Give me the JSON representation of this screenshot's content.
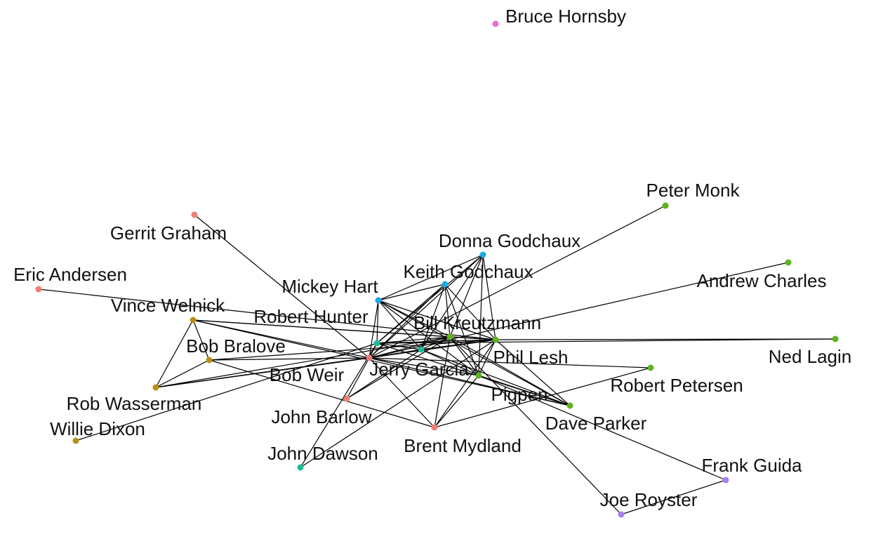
{
  "nodes": [
    {
      "id": "bruce_hornsby",
      "label": "Bruce Hornsby",
      "color": "#e86bd6"
    },
    {
      "id": "peter_monk",
      "label": "Peter Monk",
      "color": "#5db41e"
    },
    {
      "id": "gerrit_graham",
      "label": "Gerrit Graham",
      "color": "#f07d74"
    },
    {
      "id": "donna_godchaux",
      "label": "Donna Godchaux",
      "color": "#1aa9e6"
    },
    {
      "id": "keith_godchaux",
      "label": "Keith Godchaux",
      "color": "#1aa9e6"
    },
    {
      "id": "andrew_charles",
      "label": "Andrew Charles",
      "color": "#5db41e"
    },
    {
      "id": "eric_andersen",
      "label": "Eric Andersen",
      "color": "#f07d74"
    },
    {
      "id": "mickey_hart",
      "label": "Mickey Hart",
      "color": "#1aa9e6"
    },
    {
      "id": "vince_welnick",
      "label": "Vince Welnick",
      "color": "#b89016"
    },
    {
      "id": "robert_hunter",
      "label": "Robert Hunter",
      "color": "#1dbb9a"
    },
    {
      "id": "bill_kreutzmann",
      "label": "Bill Kreutzmann",
      "color": "#1dbb9a"
    },
    {
      "id": "phil_lesh",
      "label": "Phil Lesh",
      "color": "#5db41e"
    },
    {
      "id": "ned_lagin",
      "label": "Ned Lagin",
      "color": "#5db41e"
    },
    {
      "id": "bob_bralove",
      "label": "Bob Bralove",
      "color": "#b89016"
    },
    {
      "id": "bob_weir",
      "label": "Bob Weir",
      "color": "#f07d74"
    },
    {
      "id": "jerry_garcia",
      "label": "Jerry Garcia",
      "color": "#5db41e"
    },
    {
      "id": "robert_petersen",
      "label": "Robert Petersen",
      "color": "#5db41e"
    },
    {
      "id": "rob_wasserman",
      "label": "Rob Wasserman",
      "color": "#b89016"
    },
    {
      "id": "pigpen",
      "label": "Pigpen",
      "color": "#5db41e"
    },
    {
      "id": "john_barlow",
      "label": "John Barlow",
      "color": "#f07d74"
    },
    {
      "id": "willie_dixon",
      "label": "Willie Dixon",
      "color": "#b89016"
    },
    {
      "id": "dave_parker",
      "label": "Dave Parker",
      "color": "#5db41e"
    },
    {
      "id": "brent_mydland",
      "label": "Brent Mydland",
      "color": "#f07d74"
    },
    {
      "id": "john_dawson",
      "label": "John Dawson",
      "color": "#1dbb9a"
    },
    {
      "id": "frank_guida",
      "label": "Frank Guida",
      "color": "#a97ff0"
    },
    {
      "id": "joe_royster",
      "label": "Joe Royster",
      "color": "#a97ff0"
    }
  ],
  "edges": [
    [
      "gerrit_graham",
      "bob_weir"
    ],
    [
      "eric_andersen",
      "phil_lesh"
    ],
    [
      "peter_monk",
      "bob_weir"
    ],
    [
      "andrew_charles",
      "bob_weir"
    ],
    [
      "ned_lagin",
      "robert_hunter"
    ],
    [
      "donna_godchaux",
      "mickey_hart"
    ],
    [
      "donna_godchaux",
      "bob_weir"
    ],
    [
      "donna_godchaux",
      "jerry_garcia"
    ],
    [
      "donna_godchaux",
      "phil_lesh"
    ],
    [
      "donna_godchaux",
      "bill_kreutzmann"
    ],
    [
      "donna_godchaux",
      "pigpen"
    ],
    [
      "donna_godchaux",
      "robert_hunter"
    ],
    [
      "keith_godchaux",
      "mickey_hart"
    ],
    [
      "keith_godchaux",
      "bob_weir"
    ],
    [
      "keith_godchaux",
      "jerry_garcia"
    ],
    [
      "keith_godchaux",
      "phil_lesh"
    ],
    [
      "keith_godchaux",
      "bill_kreutzmann"
    ],
    [
      "keith_godchaux",
      "pigpen"
    ],
    [
      "keith_godchaux",
      "robert_hunter"
    ],
    [
      "mickey_hart",
      "bob_weir"
    ],
    [
      "mickey_hart",
      "jerry_garcia"
    ],
    [
      "mickey_hart",
      "phil_lesh"
    ],
    [
      "mickey_hart",
      "bill_kreutzmann"
    ],
    [
      "mickey_hart",
      "dave_parker"
    ],
    [
      "mickey_hart",
      "robert_hunter"
    ],
    [
      "mickey_hart",
      "pigpen"
    ],
    [
      "vince_welnick",
      "bob_bralove"
    ],
    [
      "vince_welnick",
      "rob_wasserman"
    ],
    [
      "vince_welnick",
      "bob_weir"
    ],
    [
      "vince_welnick",
      "jerry_garcia"
    ],
    [
      "vince_welnick",
      "phil_lesh"
    ],
    [
      "vince_welnick",
      "dave_parker"
    ],
    [
      "robert_hunter",
      "bob_weir"
    ],
    [
      "robert_hunter",
      "jerry_garcia"
    ],
    [
      "robert_hunter",
      "phil_lesh"
    ],
    [
      "robert_hunter",
      "bill_kreutzmann"
    ],
    [
      "robert_hunter",
      "john_dawson"
    ],
    [
      "robert_hunter",
      "willie_dixon"
    ],
    [
      "robert_hunter",
      "dave_parker"
    ],
    [
      "bill_kreutzmann",
      "bob_weir"
    ],
    [
      "bill_kreutzmann",
      "jerry_garcia"
    ],
    [
      "bill_kreutzmann",
      "phil_lesh"
    ],
    [
      "bill_kreutzmann",
      "pigpen"
    ],
    [
      "bill_kreutzmann",
      "dave_parker"
    ],
    [
      "bill_kreutzmann",
      "john_barlow"
    ],
    [
      "phil_lesh",
      "bob_weir"
    ],
    [
      "phil_lesh",
      "jerry_garcia"
    ],
    [
      "phil_lesh",
      "bob_bralove"
    ],
    [
      "phil_lesh",
      "rob_wasserman"
    ],
    [
      "phil_lesh",
      "pigpen"
    ],
    [
      "phil_lesh",
      "dave_parker"
    ],
    [
      "phil_lesh",
      "brent_mydland"
    ],
    [
      "phil_lesh",
      "john_dawson"
    ],
    [
      "phil_lesh",
      "ned_lagin"
    ],
    [
      "bob_weir",
      "jerry_garcia"
    ],
    [
      "bob_weir",
      "bob_bralove"
    ],
    [
      "bob_weir",
      "rob_wasserman"
    ],
    [
      "bob_weir",
      "pigpen"
    ],
    [
      "bob_weir",
      "john_barlow"
    ],
    [
      "bob_weir",
      "brent_mydland"
    ],
    [
      "bob_weir",
      "dave_parker"
    ],
    [
      "bob_weir",
      "robert_petersen"
    ],
    [
      "jerry_garcia",
      "pigpen"
    ],
    [
      "jerry_garcia",
      "rob_wasserman"
    ],
    [
      "jerry_garcia",
      "dave_parker"
    ],
    [
      "jerry_garcia",
      "brent_mydland"
    ],
    [
      "jerry_garcia",
      "john_barlow"
    ],
    [
      "jerry_garcia",
      "joe_royster"
    ],
    [
      "bob_bralove",
      "rob_wasserman"
    ],
    [
      "bob_bralove",
      "brent_mydland"
    ],
    [
      "rob_wasserman",
      "bob_weir"
    ],
    [
      "pigpen",
      "dave_parker"
    ],
    [
      "pigpen",
      "frank_guida"
    ],
    [
      "pigpen",
      "brent_mydland"
    ],
    [
      "brent_mydland",
      "robert_petersen"
    ],
    [
      "frank_guida",
      "joe_royster"
    ]
  ]
}
